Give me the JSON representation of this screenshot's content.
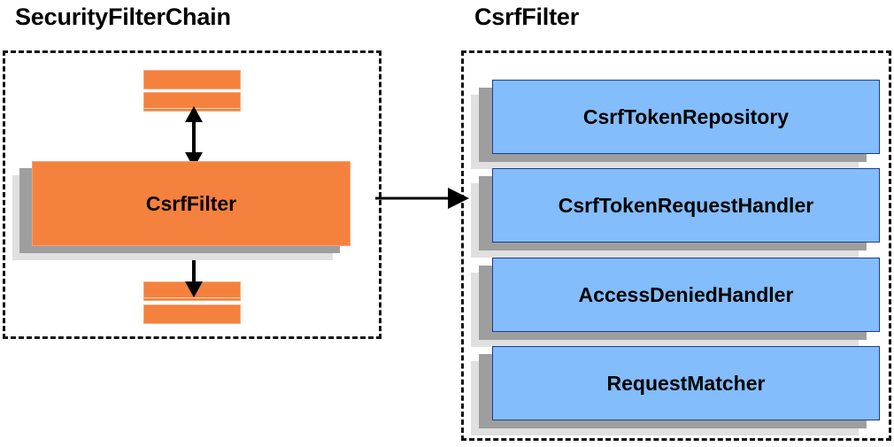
{
  "diagram": {
    "title_left": "SecurityFilterChain",
    "title_right": "CsrfFilter",
    "colors": {
      "orange_fill": "#F5813E",
      "orange_border": "#F7A073",
      "blue_fill": "#83BDFB",
      "blue_border": "#1F3A93",
      "shadow_dark": "#9E9E9E",
      "shadow_light": "#E0E0E0",
      "panel_border": "#111111",
      "text": "#000000",
      "background": "#FFFFFF"
    },
    "left_panel": {
      "label": "SecurityFilterChain",
      "main_block": {
        "label": "CsrfFilter"
      },
      "filters_above": [
        {
          "label": ""
        },
        {
          "label": ""
        }
      ],
      "filters_below": [
        {
          "label": ""
        },
        {
          "label": ""
        }
      ],
      "connectors": [
        {
          "name": "arrow-up",
          "kind": "double-headed-vertical"
        },
        {
          "name": "arrow-down",
          "kind": "double-headed-vertical"
        }
      ]
    },
    "link_arrow": {
      "kind": "single-headed-horizontal",
      "from": "SecurityFilterChain",
      "to": "CsrfFilter"
    },
    "right_panel": {
      "label": "CsrfFilter",
      "collaborators": [
        {
          "label": "CsrfTokenRepository"
        },
        {
          "label": "CsrfTokenRequestHandler"
        },
        {
          "label": "AccessDeniedHandler"
        },
        {
          "label": "RequestMatcher"
        }
      ]
    }
  }
}
